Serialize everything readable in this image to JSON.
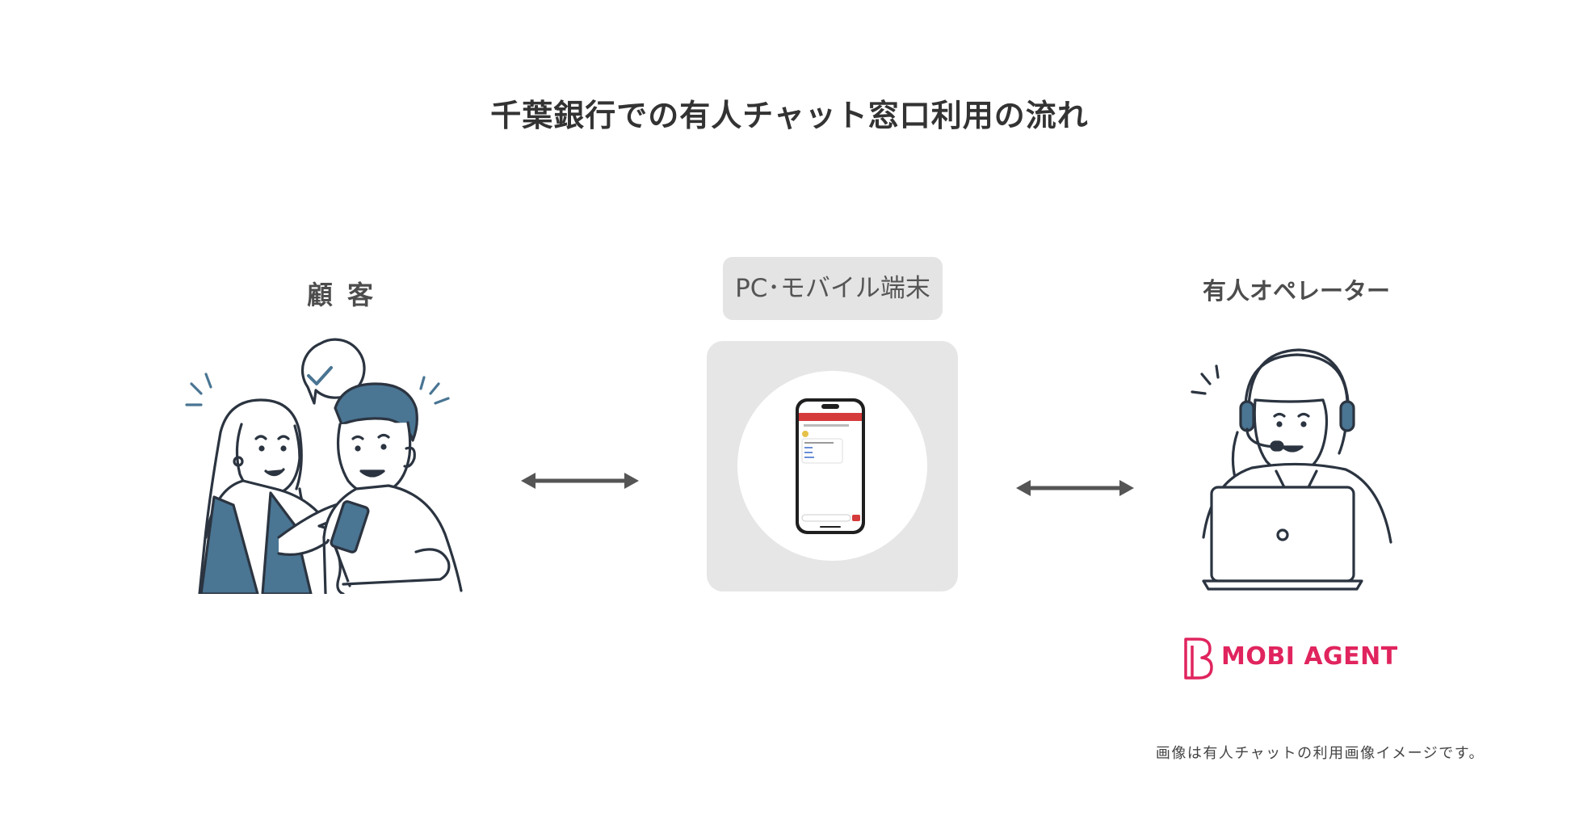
{
  "title": "千葉銀行での有人チャット窓口利用の流れ",
  "nodes": {
    "customer": "顧客",
    "device": "PC･モバイル端末",
    "operator": "有人オペレーター"
  },
  "logo": {
    "text": "MOBI AGENT",
    "color": "#e0245e"
  },
  "caption": "画像は有人チャットの利用画像イメージです。",
  "icons": [
    "customers-illustration",
    "smartphone-icon",
    "operator-illustration",
    "bidirectional-arrow",
    "check-bubble-icon"
  ],
  "colors": {
    "line": "#2b3440",
    "accent_blue": "#4a7593",
    "chat_red": "#d63b3b",
    "panel_gray": "#e6e6e6"
  }
}
